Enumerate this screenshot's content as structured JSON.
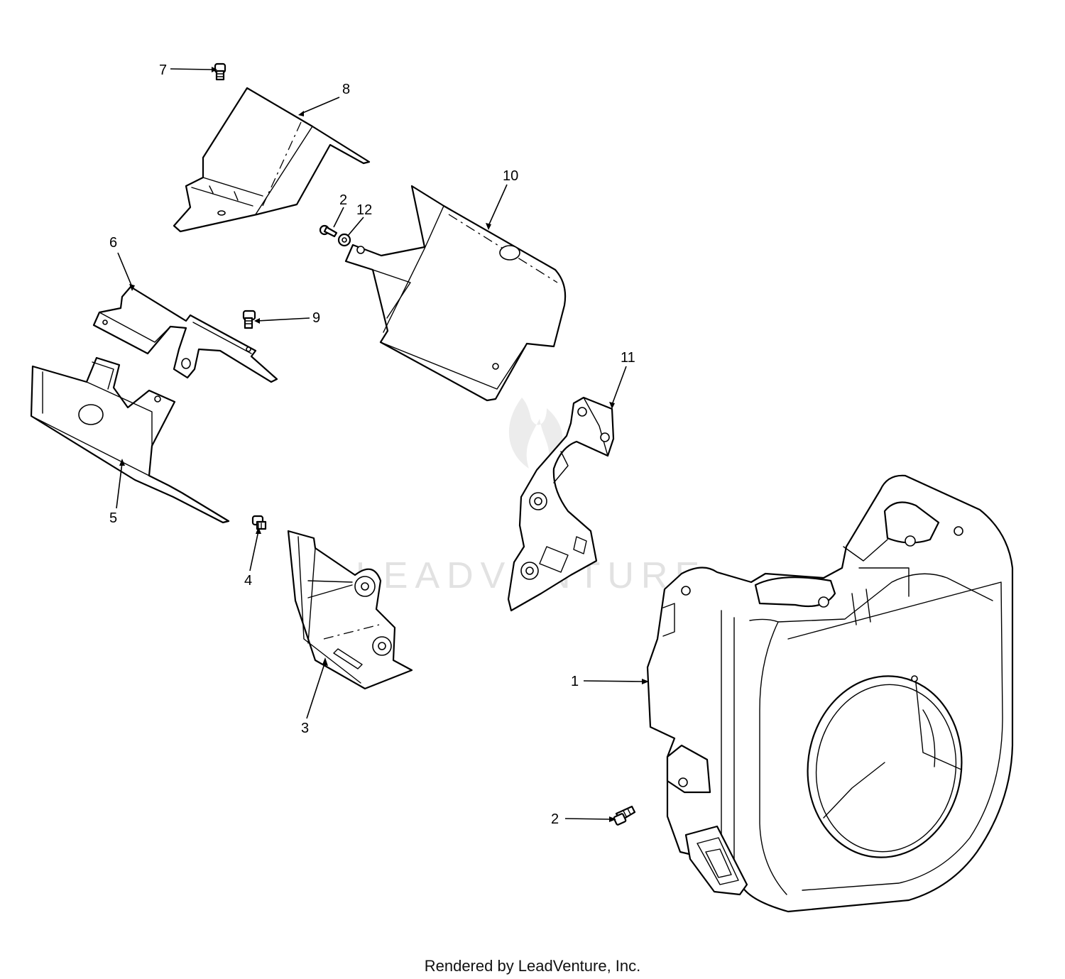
{
  "watermark": "LEADVENTURE",
  "footer": "Rendered by LeadVenture, Inc.",
  "callouts": [
    {
      "id": "c7",
      "label": "7"
    },
    {
      "id": "c8",
      "label": "8"
    },
    {
      "id": "c10",
      "label": "10"
    },
    {
      "id": "c2a",
      "label": "2"
    },
    {
      "id": "c12",
      "label": "12"
    },
    {
      "id": "c6",
      "label": "6"
    },
    {
      "id": "c9",
      "label": "9"
    },
    {
      "id": "c11",
      "label": "11"
    },
    {
      "id": "c5",
      "label": "5"
    },
    {
      "id": "c4",
      "label": "4"
    },
    {
      "id": "c3",
      "label": "3"
    },
    {
      "id": "c1",
      "label": "1"
    },
    {
      "id": "c2b",
      "label": "2"
    }
  ]
}
